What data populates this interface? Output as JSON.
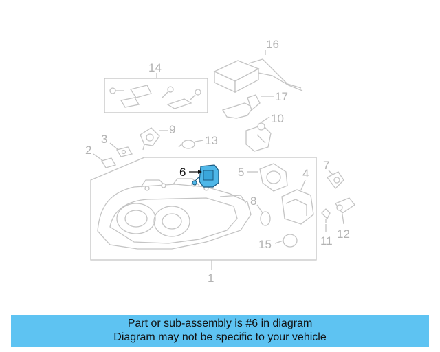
{
  "diagram": {
    "callouts": {
      "c1": "1",
      "c2": "2",
      "c3": "3",
      "c4": "4",
      "c5": "5",
      "c6": "6",
      "c7": "7",
      "c8": "8",
      "c9": "9",
      "c10": "10",
      "c11": "11",
      "c12": "12",
      "c13": "13",
      "c14": "14",
      "c15": "15",
      "c16": "16",
      "c17": "17"
    },
    "highlight_color": "#4fb7e8",
    "line_color": "#c4c4c4"
  },
  "caption": {
    "line1": "Part or sub-assembly is #6 in diagram",
    "line2": "Diagram may not be specific to your vehicle",
    "background": "#5ec3f2"
  }
}
